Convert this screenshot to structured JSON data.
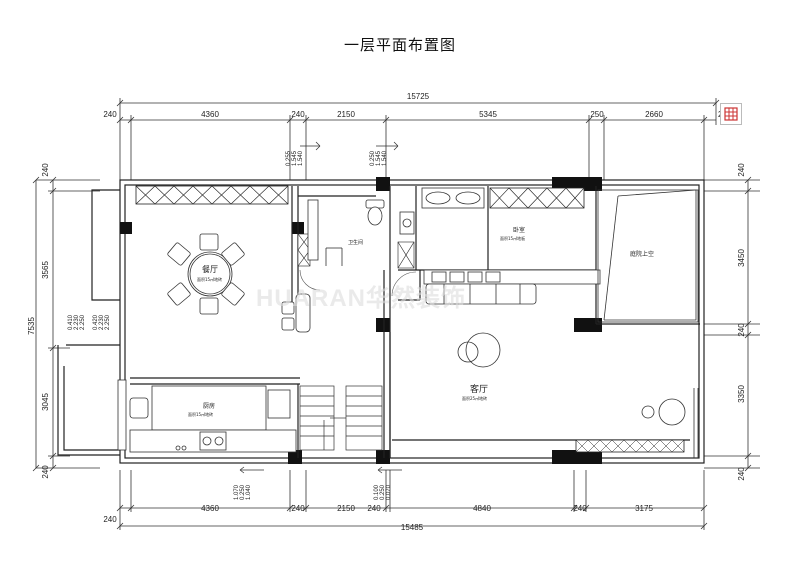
{
  "title": "一层平面布置图",
  "watermark": "HUARAN华然装饰",
  "dims_top": {
    "total": "15725",
    "segments": [
      "240",
      "4360",
      "240",
      "2150",
      "5345",
      "250",
      "2660",
      "2"
    ]
  },
  "dims_bottom": {
    "total": "15485",
    "segments": [
      "240",
      "4360",
      "240",
      "2150",
      "240",
      "4840",
      "240",
      "3175"
    ]
  },
  "dims_left": {
    "total": "7535",
    "segments": [
      "240",
      "3565",
      "3045",
      "240"
    ]
  },
  "dims_right": {
    "segments": [
      "240",
      "3450",
      "240",
      "3350",
      "240"
    ]
  },
  "small_dims": {
    "top_a": [
      "0.255",
      "1.545",
      "1.540"
    ],
    "top_b": [
      "0.250",
      "1.545",
      "1.540"
    ],
    "left_a": [
      "0.410",
      "2.230",
      "2.250"
    ],
    "left_b": [
      "0.420",
      "2.230",
      "2.250"
    ],
    "bottom_a": [
      "1.070",
      "0.250",
      "1.040"
    ],
    "bottom_b": [
      "0.100",
      "0.250",
      "0.070"
    ]
  },
  "rooms": {
    "dining": {
      "name": "餐厅",
      "note": "面积15㎡地砖"
    },
    "bathroom": {
      "name": "卫生间"
    },
    "bedroom": {
      "name": "卧室",
      "note": "面积15㎡地板"
    },
    "courtyard": {
      "name": "庭院上空"
    },
    "living": {
      "name": "客厅",
      "note": "面积25㎡地砖"
    },
    "kitchen": {
      "name": "厨房",
      "note": "面积15㎡地砖"
    }
  },
  "colors": {
    "wall": "#111111",
    "line": "#333333",
    "accent": "#cc3333"
  },
  "icons": {
    "toolbar": "table-icon"
  }
}
